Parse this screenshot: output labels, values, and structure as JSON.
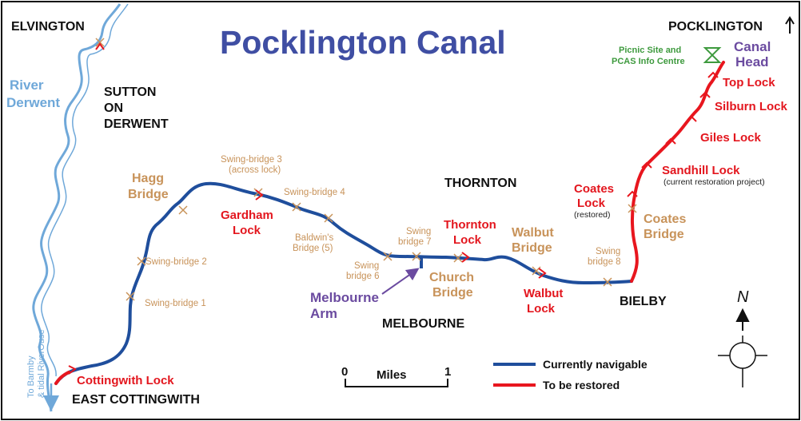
{
  "title": "Pocklington Canal",
  "places": {
    "elvington": "ELVINGTON",
    "pocklington": "POCKLINGTON",
    "sutton_1": "SUTTON",
    "sutton_2": "ON",
    "sutton_3": "DERWENT",
    "thornton": "THORNTON",
    "melbourne": "MELBOURNE",
    "bielby": "BIELBY",
    "east_cottingwith": "EAST COTTINGWITH"
  },
  "river": {
    "name_1": "River",
    "name_2": "Derwent",
    "to_barmby_1": "To Barmby",
    "to_barmby_2": "& tidal RiverOuse"
  },
  "locks": {
    "cottingwith": "Cottingwith Lock",
    "gardham_1": "Gardham",
    "gardham_2": "Lock",
    "thornton_1": "Thornton",
    "thornton_2": "Lock",
    "walbut_1": "Walbut",
    "walbut_2": "Lock",
    "coates_1": "Coates",
    "coates_2": "Lock",
    "coates_note": "(restored)",
    "sandhill": "Sandhill Lock",
    "sandhill_note": "(current restoration project)",
    "giles": "Giles Lock",
    "silburn": "Silburn Lock",
    "top": "Top Lock"
  },
  "bridges": {
    "hagg_1": "Hagg",
    "hagg_2": "Bridge",
    "swing3_1": "Swing-bridge 3",
    "swing3_2": "(across lock)",
    "swing4": "Swing-bridge 4",
    "swing2": "Swing-bridge 2",
    "swing1": "Swing-bridge 1",
    "baldwins_1": "Baldwin's",
    "baldwins_2": "Bridge (5)",
    "swing6_1": "Swing",
    "swing6_2": "bridge 6",
    "swing7_1": "Swing",
    "swing7_2": "bridge 7",
    "church_1": "Church",
    "church_2": "Bridge",
    "walbut_1": "Walbut",
    "walbut_2": "Bridge",
    "swing8_1": "Swing",
    "swing8_2": "bridge 8",
    "coates_1": "Coates",
    "coates_2": "Bridge"
  },
  "features": {
    "melbourne_arm_1": "Melbourne",
    "melbourne_arm_2": "Arm",
    "canal_head_1": "Canal",
    "canal_head_2": "Head",
    "picnic_1": "Picnic Site and",
    "picnic_2": "PCAS Info Centre"
  },
  "scale": {
    "start": "0",
    "label": "Miles",
    "end": "1"
  },
  "legend": {
    "navigable": "Currently navigable",
    "navigable_color": "#1f4e9c",
    "restore": "To be restored",
    "restore_color": "#e8161e"
  },
  "compass": {
    "north": "N"
  },
  "colors": {
    "river": "#6fa8d9",
    "bridge": "#c8935a",
    "lock": "#e3161e"
  }
}
